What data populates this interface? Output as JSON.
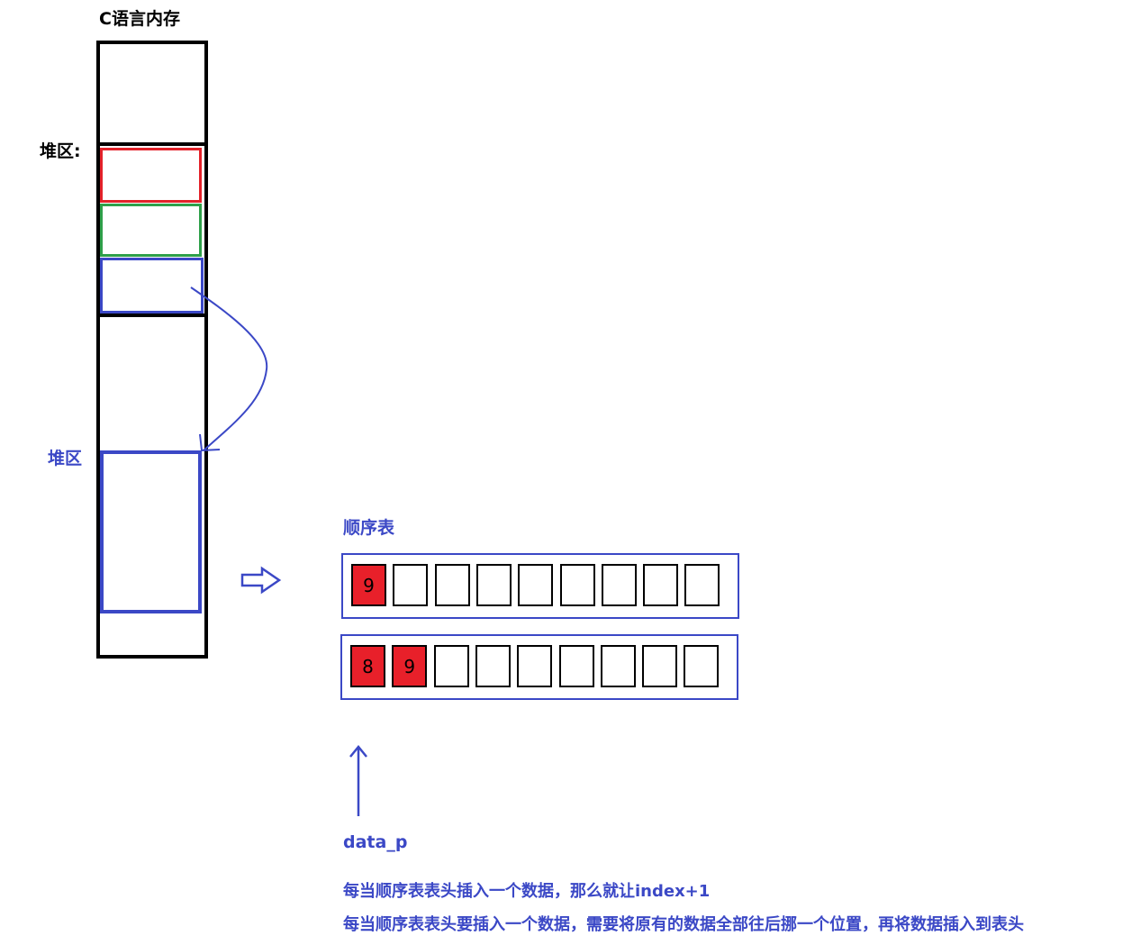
{
  "memory": {
    "title": "C语言内存",
    "heap_label_top": "堆区:",
    "heap_label_blue": "堆区"
  },
  "seq_list": {
    "title": "顺序表",
    "capacity": 9,
    "row1": [
      "9",
      "",
      "",
      "",
      "",
      "",
      "",
      "",
      ""
    ],
    "row2": [
      "8",
      "9",
      "",
      "",
      "",
      "",
      "",
      "",
      ""
    ]
  },
  "pointer": {
    "label": "data_p"
  },
  "notes": {
    "line1": "每当顺序表表头插入一个数据，那么就让index+1",
    "line2": "每当顺序表表头要插入一个数据，需要将原有的数据全部往后挪一个位置，再将数据插入到表头"
  },
  "colors": {
    "accent_blue": "#3b48c6",
    "filled_red": "#e8202a",
    "heap_red": "#e3222a",
    "heap_green": "#2fa04a"
  }
}
